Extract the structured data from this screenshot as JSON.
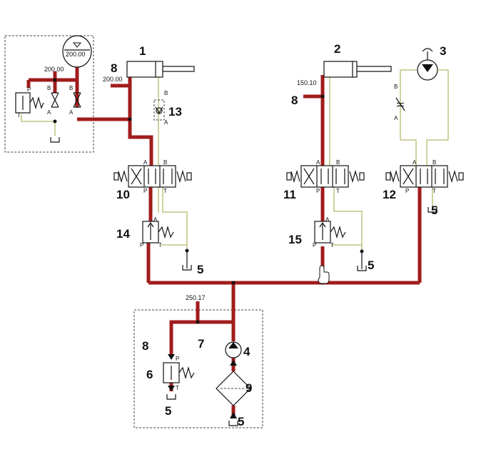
{
  "components": {
    "cylinder_1": "1",
    "cylinder_2": "2",
    "motor_3": "3",
    "pump_4": "4",
    "tank_5": "5",
    "relief_valve_6": "6",
    "line_7": "7",
    "gauge_8": "8",
    "filter_9": "9",
    "valve_10": "10",
    "valve_11": "11",
    "valve_12": "12",
    "check_13": "13",
    "pressure_valve_14": "14",
    "pressure_valve_15": "15"
  },
  "gauges": {
    "accumulator": "200.00",
    "accumulator_line": "200.00",
    "cylinder_1": "200.00",
    "cylinder_2": "150.10",
    "pump_line": "250.17"
  },
  "ports": {
    "a": "A",
    "b": "B",
    "p": "P",
    "t": "T"
  },
  "colors": {
    "pressure_line": "#a01c1c",
    "return_line": "#b8b86c",
    "symbols": "#111111"
  }
}
